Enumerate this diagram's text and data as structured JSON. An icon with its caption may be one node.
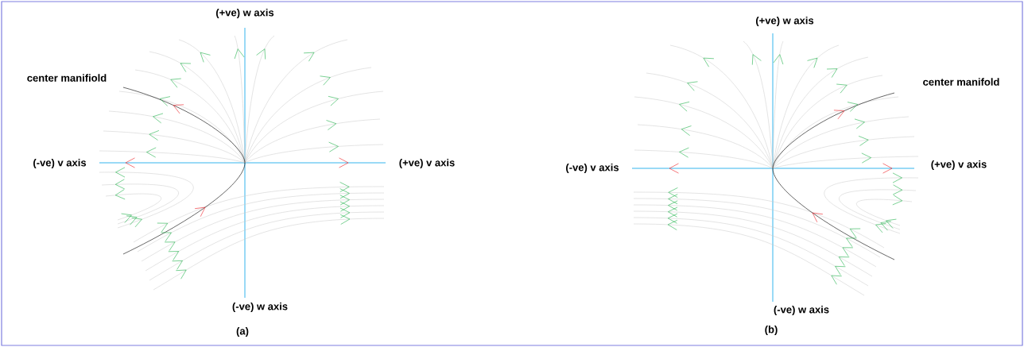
{
  "diagram": {
    "labels": [
      "(+ve) w axis",
      "center manifiold",
      "(-ve) v axis",
      "(+ve) v axis",
      "(-ve) w axis",
      "(a)",
      "(+ve) w axis",
      "center manifold",
      "(-ve) v axis",
      "(+ve) v axis",
      "(-ve) w axis",
      "(b)"
    ]
  }
}
